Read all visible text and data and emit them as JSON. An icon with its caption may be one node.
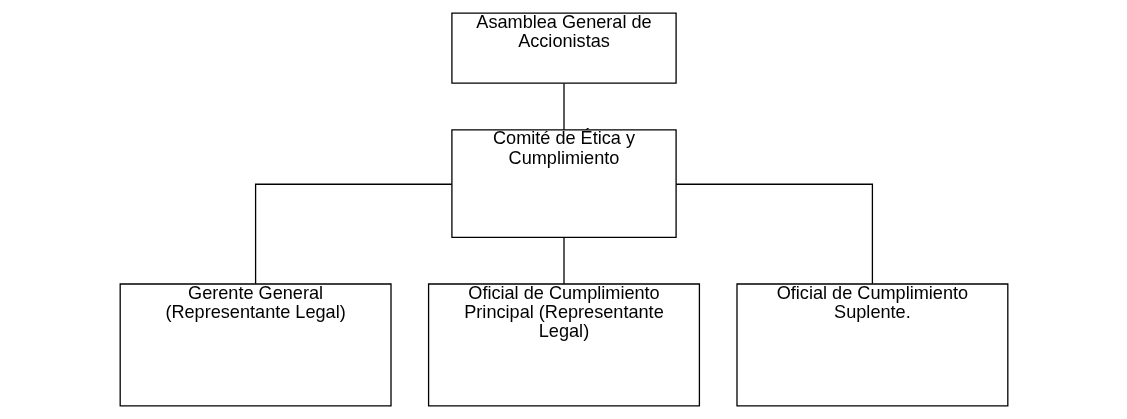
{
  "diagram": {
    "nodes": [
      {
        "text": [
          "Asamblea General de Accionistas"
        ]
      },
      {
        "text": [
          "Comité de Ética y Cumplimiento"
        ]
      },
      {
        "text": [
          "Gerente General (Representante Legal)"
        ]
      },
      {
        "text": [
          "Oficial de Cumplimiento Principal (Representante Legal)"
        ]
      },
      {
        "text": [
          "Oficial de Cumplimiento Suplente."
        ]
      }
    ],
    "edges": [
      {
        "from": 0,
        "to": 1,
        "arrow": "none"
      },
      {
        "from": 1,
        "to": 2,
        "arrow": "none"
      },
      {
        "from": 1,
        "to": 3,
        "arrow": "none"
      },
      {
        "from": 1,
        "to": 4,
        "arrow": "none"
      }
    ]
  }
}
